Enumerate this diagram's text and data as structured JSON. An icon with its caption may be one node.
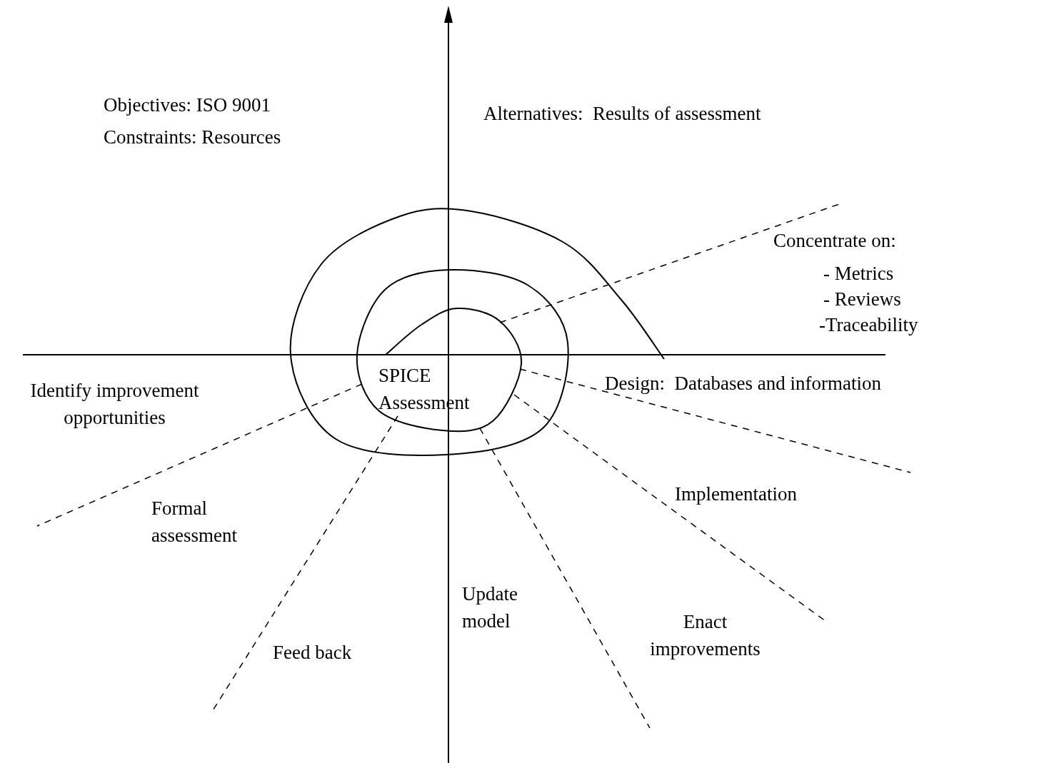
{
  "diagram": {
    "labels": [
      "Objectives: ISO 9001",
      "Constraints: Resources",
      "Alternatives:  Results of assessment",
      "Concentrate on:",
      "- Metrics",
      "- Reviews",
      "-Traceability",
      "SPICE Assessment",
      "Identify improvement opportunities",
      "Design:  Databases and information",
      "Implementation",
      "Formal assessment",
      "Update model",
      "Enact improvements",
      "Feed back"
    ]
  }
}
